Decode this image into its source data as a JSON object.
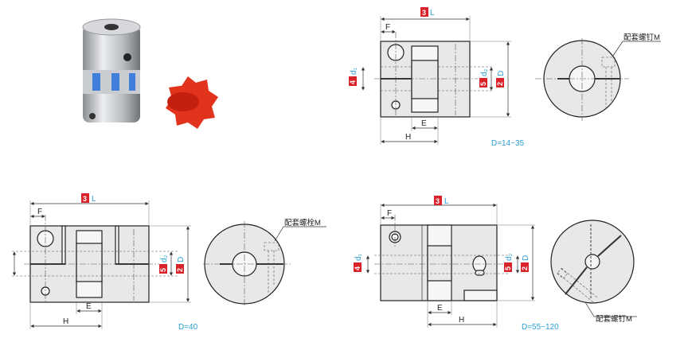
{
  "drawings": [
    {
      "range_label": "D=14~35",
      "screw_label": "配套螺钉M"
    },
    {
      "range_label": "D=40",
      "screw_label": "配套螺栓M"
    },
    {
      "range_label": "D=55~120",
      "screw_label": "配套螺钉M"
    }
  ],
  "dims": {
    "L": "L",
    "F": "F",
    "E": "E",
    "H": "H",
    "D": "D",
    "d1": "d₁",
    "d2": "d₂"
  },
  "badges": {
    "two": "2",
    "three": "3",
    "four": "4",
    "five": "5"
  },
  "colors": {
    "badge": "#d8232a",
    "dim_blue": "#2a9fd6",
    "spider_red": "#e2341d"
  }
}
